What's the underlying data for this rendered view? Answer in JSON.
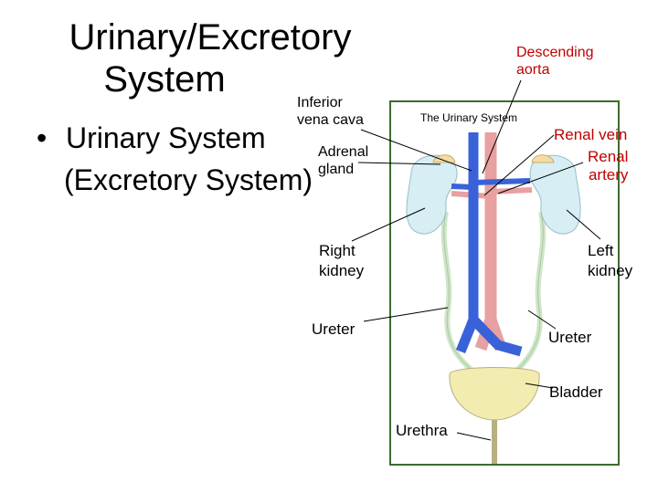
{
  "slide": {
    "title_line1": "Urinary/Excretory",
    "title_line2": "System",
    "bullet_marker": "•",
    "bullet_line1": "Urinary System",
    "bullet_line2": "(Excretory System)"
  },
  "diagram": {
    "caption": "The Urinary System",
    "labels": {
      "inferior_vena_cava_1": "Inferior",
      "inferior_vena_cava_2": "vena cava",
      "descending_aorta_1": "Descending",
      "descending_aorta_2": "aorta",
      "adrenal_gland_1": "Adrenal",
      "adrenal_gland_2": "gland",
      "renal_vein": "Renal vein",
      "renal_artery_1": "Renal",
      "renal_artery_2": "artery",
      "right_kidney_1": "Right",
      "right_kidney_2": "kidney",
      "left_kidney_1": "Left",
      "left_kidney_2": "kidney",
      "ureter_left": "Ureter",
      "ureter_right": "Ureter",
      "bladder": "Bladder",
      "urethra": "Urethra"
    },
    "colors": {
      "vein": "#3a62d8",
      "artery": "#e8a0a0",
      "kidney": "#d6eef4",
      "adrenal": "#f4dca4",
      "ureter": "#cfe6c8",
      "bladder": "#f2ecb0",
      "frame": "#3e6b2e",
      "red_label": "#c00000"
    }
  }
}
